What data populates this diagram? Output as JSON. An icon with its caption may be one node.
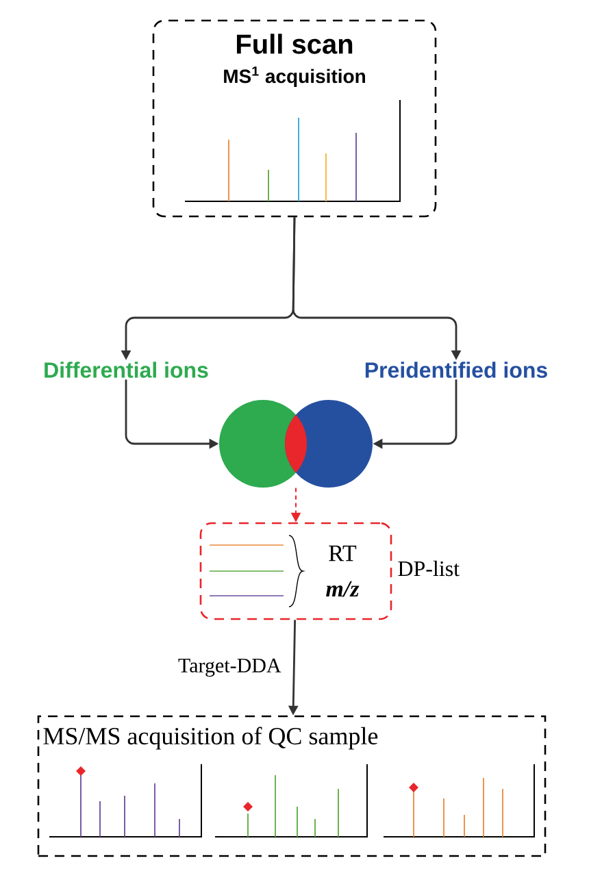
{
  "diagram": {
    "nodes": [
      {
        "text": [
          "Full scan",
          "MS$^{1}$ acquisition"
        ]
      },
      {
        "text": [
          "Differential ions"
        ]
      },
      {
        "text": [
          "Preidentified ions"
        ]
      },
      {
        "text": [],
        "shape": "circle"
      },
      {
        "text": [
          "RT",
          "m/z"
        ],
        "beside": [
          "DP-list"
        ]
      },
      {
        "text": [
          "MS/MS acquisition of QC sample"
        ]
      }
    ],
    "edges": [
      {
        "from": 0,
        "to": 1,
        "arrow": "to"
      },
      {
        "from": 0,
        "to": 2,
        "arrow": "to"
      },
      {
        "from": 1,
        "to": 3,
        "arrow": "to"
      },
      {
        "from": 2,
        "to": 3,
        "arrow": "to"
      },
      {
        "from": 3,
        "to": 4,
        "arrow": "to",
        "style": "dashed",
        "color": "#e8262b"
      },
      {
        "from": 4,
        "to": 5,
        "arrow": "to",
        "label": "Target-DDA"
      }
    ]
  }
}
